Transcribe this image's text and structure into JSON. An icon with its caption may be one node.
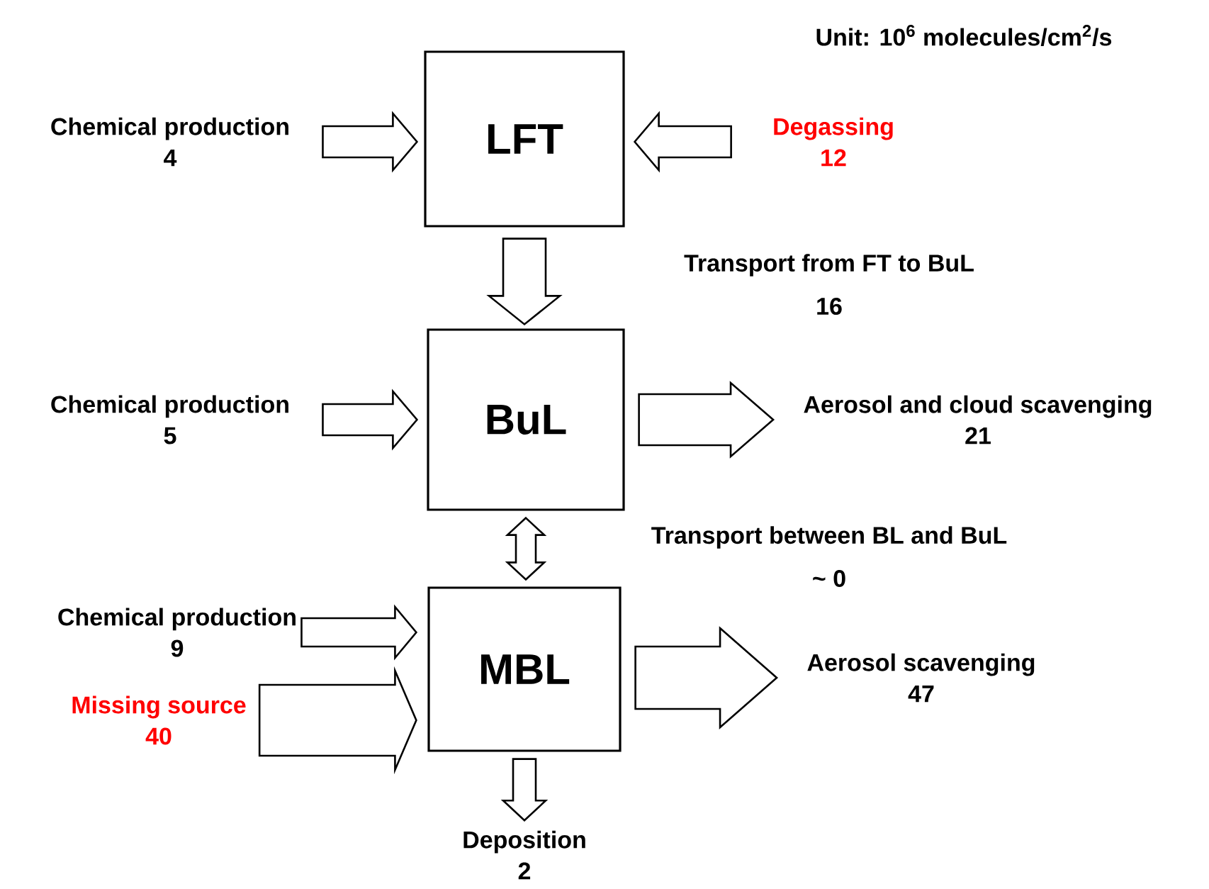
{
  "diagram": {
    "nodes": [
      {
        "text": [
          "LFT"
        ]
      },
      {
        "text": [
          "BuL"
        ]
      },
      {
        "text": [
          "MBL"
        ]
      },
      {
        "text": [
          "Chemical production",
          "4"
        ]
      },
      {
        "text": [
          "Degassing",
          "12"
        ]
      },
      {
        "text": [
          "Chemical production",
          "5"
        ]
      },
      {
        "text": [
          "Aerosol and cloud scavenging",
          "21"
        ]
      },
      {
        "text": [
          "Chemical production",
          "9"
        ]
      },
      {
        "text": [
          "Missing source",
          "40"
        ]
      },
      {
        "text": [
          "Aerosol scavenging",
          "47"
        ]
      },
      {
        "text": [
          "Deposition",
          "2"
        ]
      }
    ],
    "edges": [
      {
        "from": 3,
        "to": 0,
        "arrow": "to"
      },
      {
        "from": 4,
        "to": 0,
        "arrow": "to"
      },
      {
        "from": 0,
        "to": 1,
        "arrow": "to"
      },
      {
        "from": 5,
        "to": 1,
        "arrow": "to"
      },
      {
        "from": 1,
        "to": 6,
        "arrow": "to"
      },
      {
        "from": 1,
        "to": 2,
        "arrow": "both"
      },
      {
        "from": 7,
        "to": 2,
        "arrow": "to"
      },
      {
        "from": 8,
        "to": 2,
        "arrow": "to"
      },
      {
        "from": 2,
        "to": 9,
        "arrow": "to"
      },
      {
        "from": 2,
        "to": 10,
        "arrow": "to"
      }
    ],
    "labels": [
      "Unit: 10$^{6}$ molecules/cm$^{2}$/s",
      "Transport from FT to BuL",
      "16",
      "Transport between BL and BuL",
      "~ 0"
    ]
  }
}
